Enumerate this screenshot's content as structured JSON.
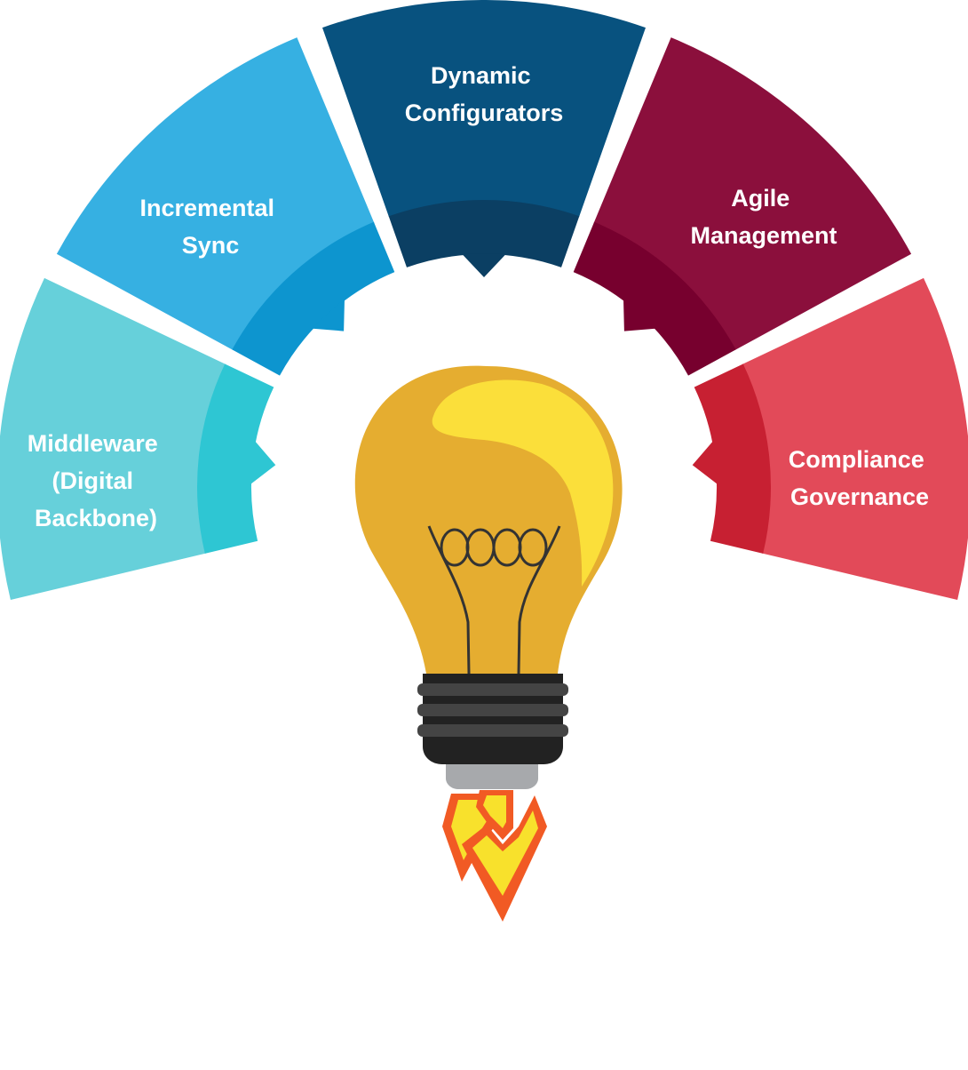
{
  "segments": [
    {
      "id": "middleware",
      "lines": [
        "Middleware",
        "(Digital",
        "Backbone)"
      ],
      "outer_color": "#66D0DA",
      "inner_color": "#2EC6D3"
    },
    {
      "id": "incremental-sync",
      "lines": [
        "Incremental",
        "Sync"
      ],
      "outer_color": "#36B0E2",
      "inner_color": "#0D95CF"
    },
    {
      "id": "dynamic-configurators",
      "lines": [
        "Dynamic",
        "Configurators"
      ],
      "outer_color": "#08527F",
      "inner_color": "#0B3F63"
    },
    {
      "id": "agile-management",
      "lines": [
        "Agile",
        "Management"
      ],
      "outer_color": "#8B0F3C",
      "inner_color": "#77002E"
    },
    {
      "id": "compliance-governance",
      "lines": [
        "Compliance",
        "Governance"
      ],
      "outer_color": "#E24A59",
      "inner_color": "#C72032"
    }
  ],
  "bulb": {
    "glass_color": "#E5AD30",
    "highlight_color": "#FBDF3A",
    "base_color": "#222222",
    "tip_color": "#A7A9AC",
    "flame_outer_color": "#F15A24",
    "flame_inner_color": "#F8E12C"
  }
}
